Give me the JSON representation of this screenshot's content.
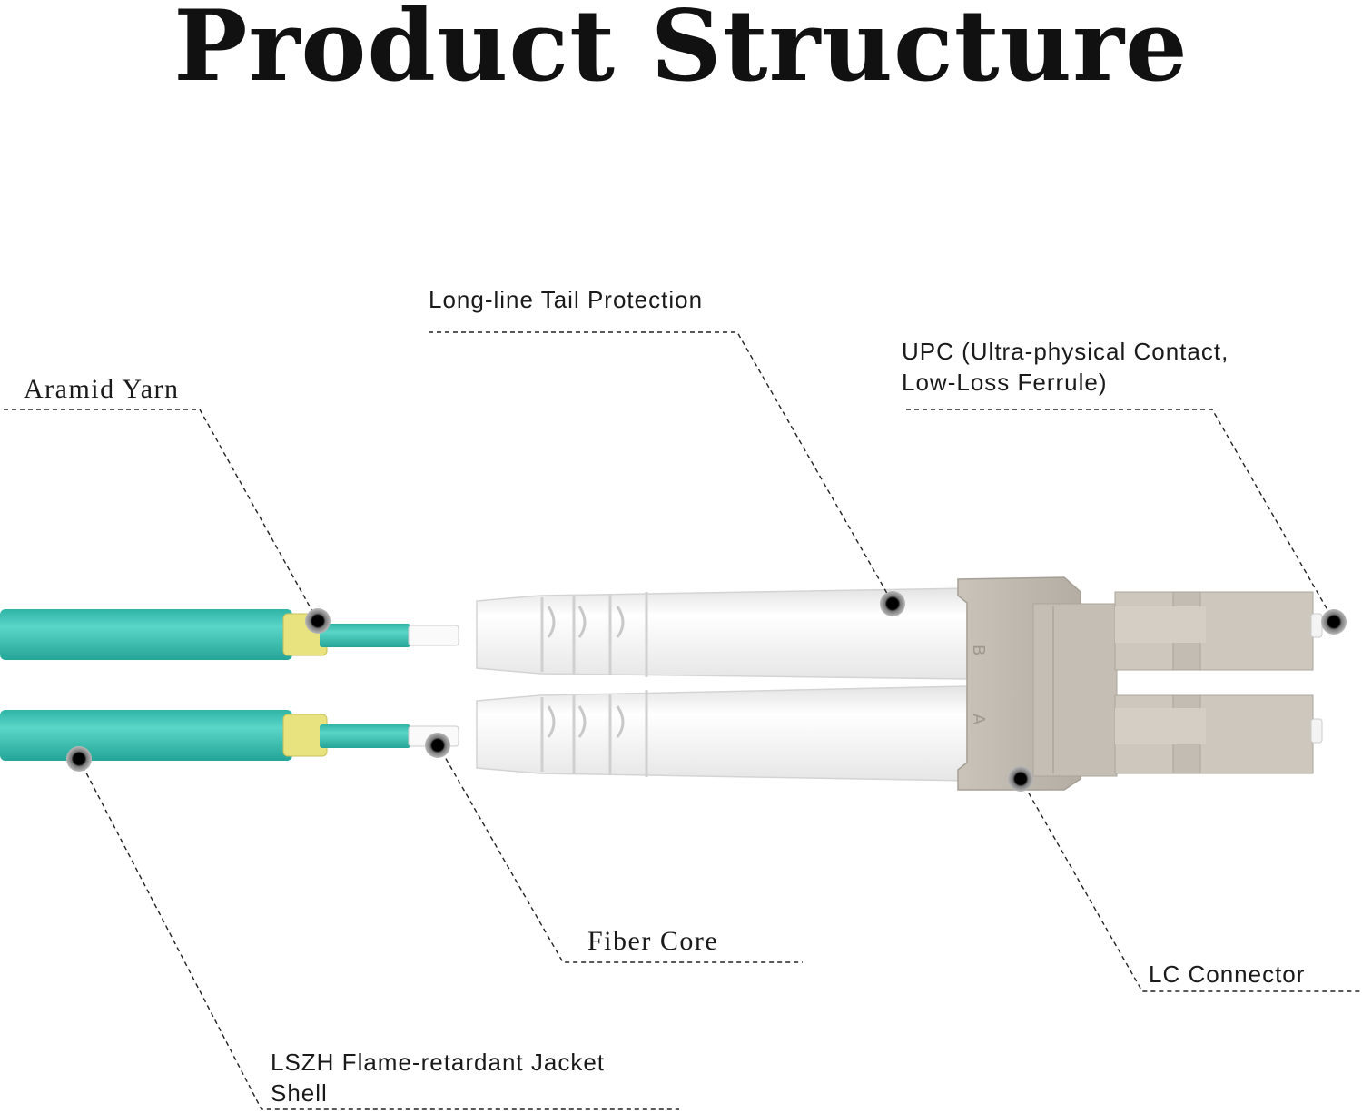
{
  "title": "Product Structure",
  "labels": {
    "long_line_tail": "Long-line Tail Protection",
    "upc": [
      "UPC (Ultra-physical Contact,",
      "Low-Loss Ferrule)"
    ],
    "aramid": "Aramid Yarn",
    "fiber_core": "Fiber Core",
    "lc_connector": "LC Connector",
    "lszh": [
      "LSZH Flame-retardant Jacket",
      "Shell"
    ]
  },
  "colors": {
    "cable_aqua": "#3cc3b4",
    "yarn_yellow": "#e6e27a",
    "boot_white": "#f4f4f4",
    "connector_gray": "#bcb6ac",
    "callout_line": "#222222"
  },
  "icons": [
    "callout-dot-icon"
  ]
}
